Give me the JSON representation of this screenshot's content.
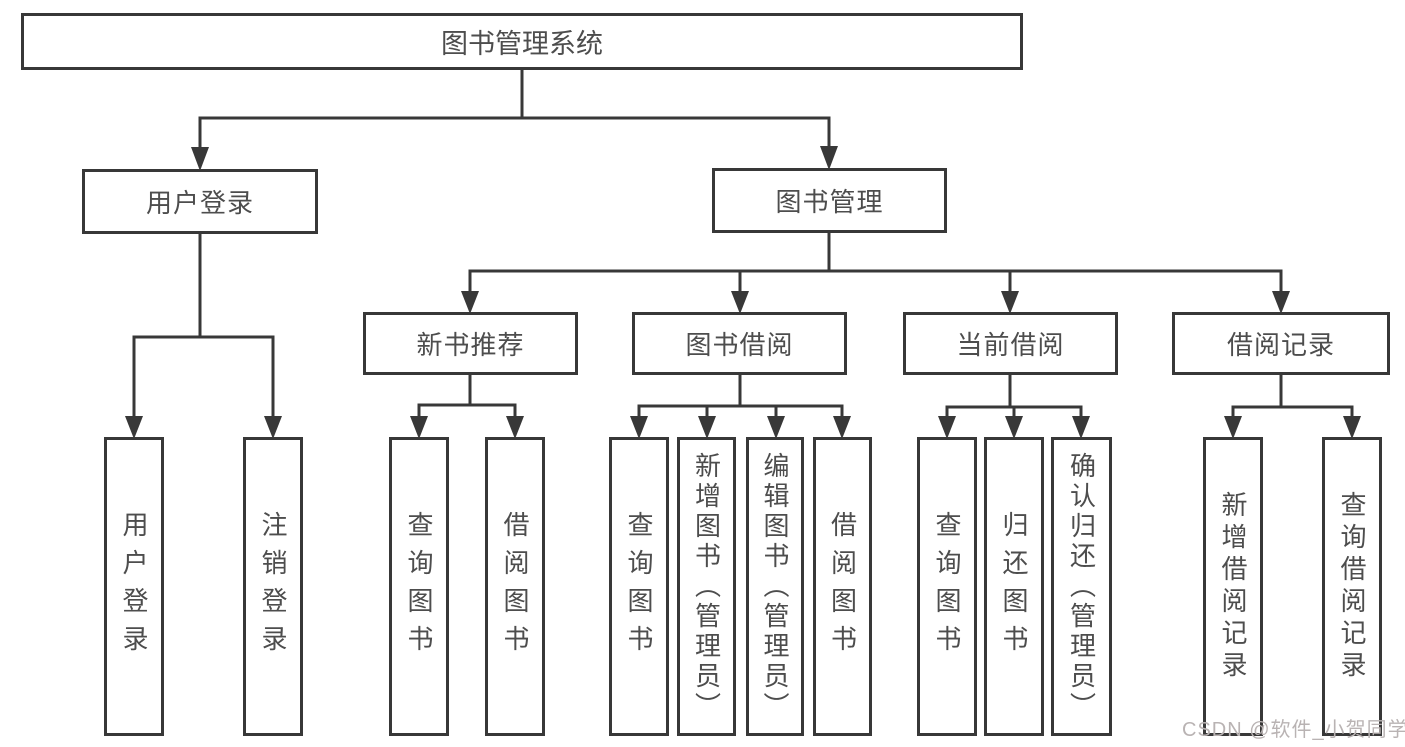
{
  "diagram": {
    "type": "hierarchy-tree",
    "watermark": "CSDN @软件_小贺同学",
    "colors": {
      "line": "#383838",
      "box_border": "#383838",
      "box_fill": "#ffffff",
      "text": "#4d4d4d",
      "watermark": "#b9b3b3",
      "background": "#ffffff"
    },
    "tree": {
      "label": "图书管理系统",
      "children": [
        {
          "label": "用户登录",
          "children": [
            {
              "label": "用户登录"
            },
            {
              "label": "注销登录"
            }
          ]
        },
        {
          "label": "图书管理",
          "children": [
            {
              "label": "新书推荐",
              "children": [
                {
                  "label": "查询图书"
                },
                {
                  "label": "借阅图书"
                }
              ]
            },
            {
              "label": "图书借阅",
              "children": [
                {
                  "label": "查询图书"
                },
                {
                  "label": "新增图书（管理员）"
                },
                {
                  "label": "编辑图书（管理员）"
                },
                {
                  "label": "借阅图书"
                }
              ]
            },
            {
              "label": "当前借阅",
              "children": [
                {
                  "label": "查询图书"
                },
                {
                  "label": "归还图书"
                },
                {
                  "label": "确认归还（管理员）"
                }
              ]
            },
            {
              "label": "借阅记录",
              "children": [
                {
                  "label": "新增借阅记录"
                },
                {
                  "label": "查询借阅记录"
                }
              ]
            }
          ]
        }
      ]
    }
  }
}
